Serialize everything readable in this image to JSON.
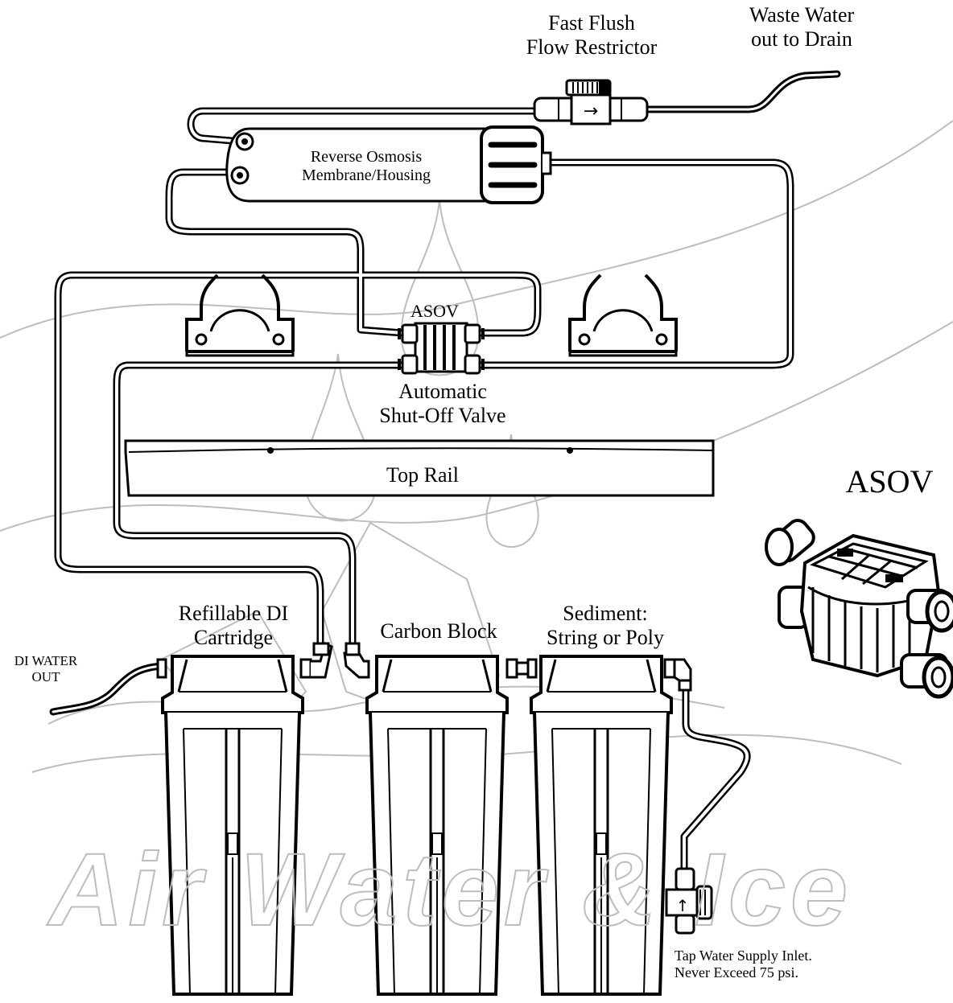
{
  "labels": {
    "fast_flush_line1": "Fast Flush",
    "fast_flush_line2": "Flow Restrictor",
    "waste_line1": "Waste Water",
    "waste_line2": "out to Drain",
    "ro_line1": "Reverse Osmosis",
    "ro_line2": "Membrane/Housing",
    "asov_small": "ASOV",
    "asov_line1": "Automatic",
    "asov_line2": "Shut-Off Valve",
    "top_rail": "Top Rail",
    "asov_large": "ASOV",
    "di_line1": "Refillable DI",
    "di_line2": "Cartridge",
    "carbon": "Carbon Block",
    "sediment_line1": "Sediment:",
    "sediment_line2": "String or Poly",
    "di_out_line1": "DI WATER",
    "di_out_line2": "OUT",
    "tap_line1": "Tap Water Supply Inlet.",
    "tap_line2": "Never Exceed 75 psi.",
    "watermark": "Air Water & Ice"
  },
  "icons": {
    "restrictor_arrow": "→",
    "inlet_arrow": "↑"
  },
  "colors": {
    "line": "#000000",
    "watermark": "#bdbdbd",
    "background": "#ffffff"
  }
}
